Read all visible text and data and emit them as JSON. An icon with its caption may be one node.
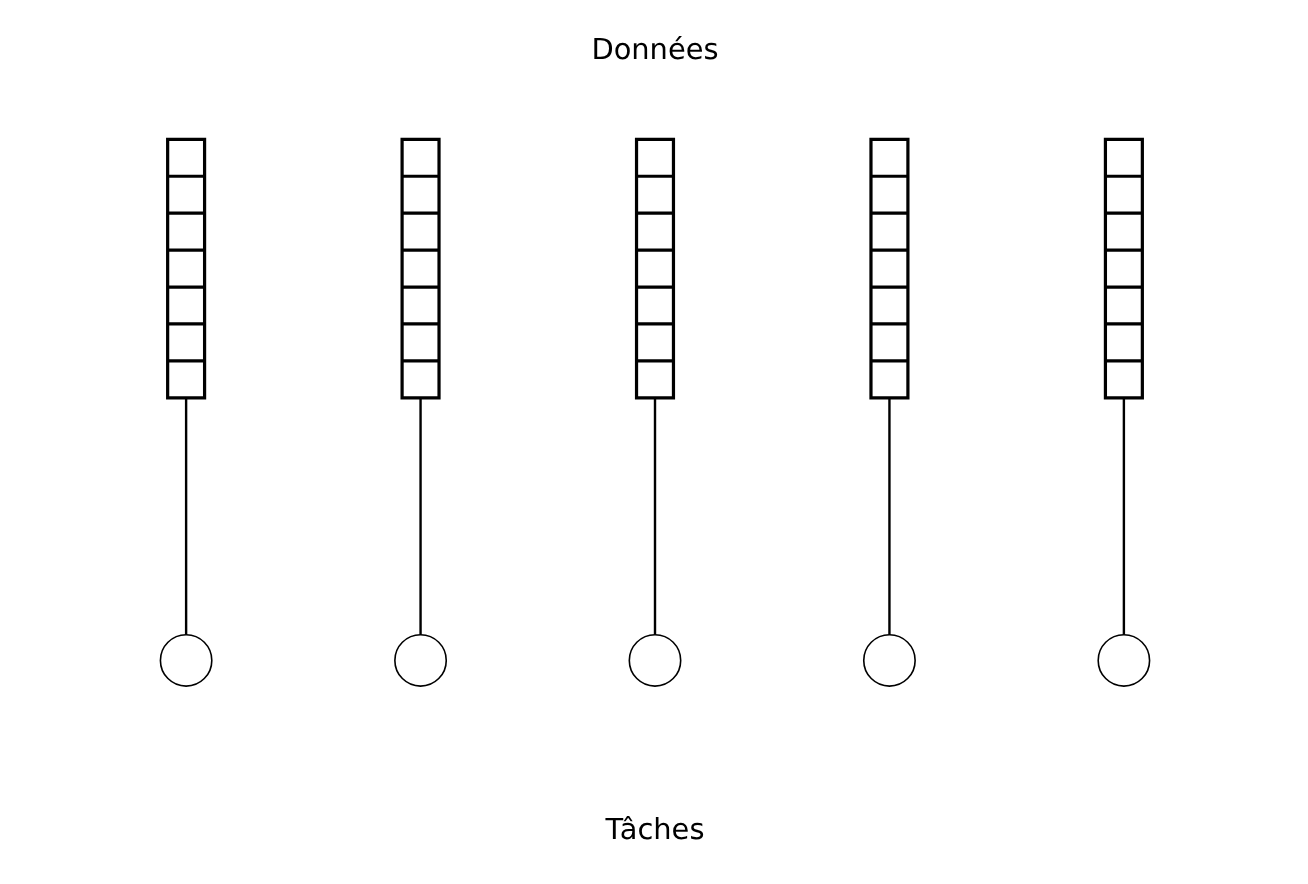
{
  "diagram": {
    "nodes": [
      {
        "text": [],
        "shape": "bar"
      },
      {
        "text": [],
        "shape": "bar"
      },
      {
        "text": [],
        "shape": "bar"
      },
      {
        "text": [],
        "shape": "bar"
      },
      {
        "text": [],
        "shape": "bar"
      },
      {
        "text": [],
        "shape": "circle"
      },
      {
        "text": [],
        "shape": "circle"
      },
      {
        "text": [],
        "shape": "circle"
      },
      {
        "text": [],
        "shape": "circle"
      },
      {
        "text": [],
        "shape": "circle"
      }
    ],
    "edges": [
      {
        "from": 0,
        "to": 5,
        "arrow": "none"
      },
      {
        "from": 1,
        "to": 6,
        "arrow": "none"
      },
      {
        "from": 2,
        "to": 7,
        "arrow": "none"
      },
      {
        "from": 3,
        "to": 8,
        "arrow": "none"
      },
      {
        "from": 4,
        "to": 9,
        "arrow": "none"
      }
    ],
    "labels": [
      "Données",
      "Tâches"
    ]
  }
}
